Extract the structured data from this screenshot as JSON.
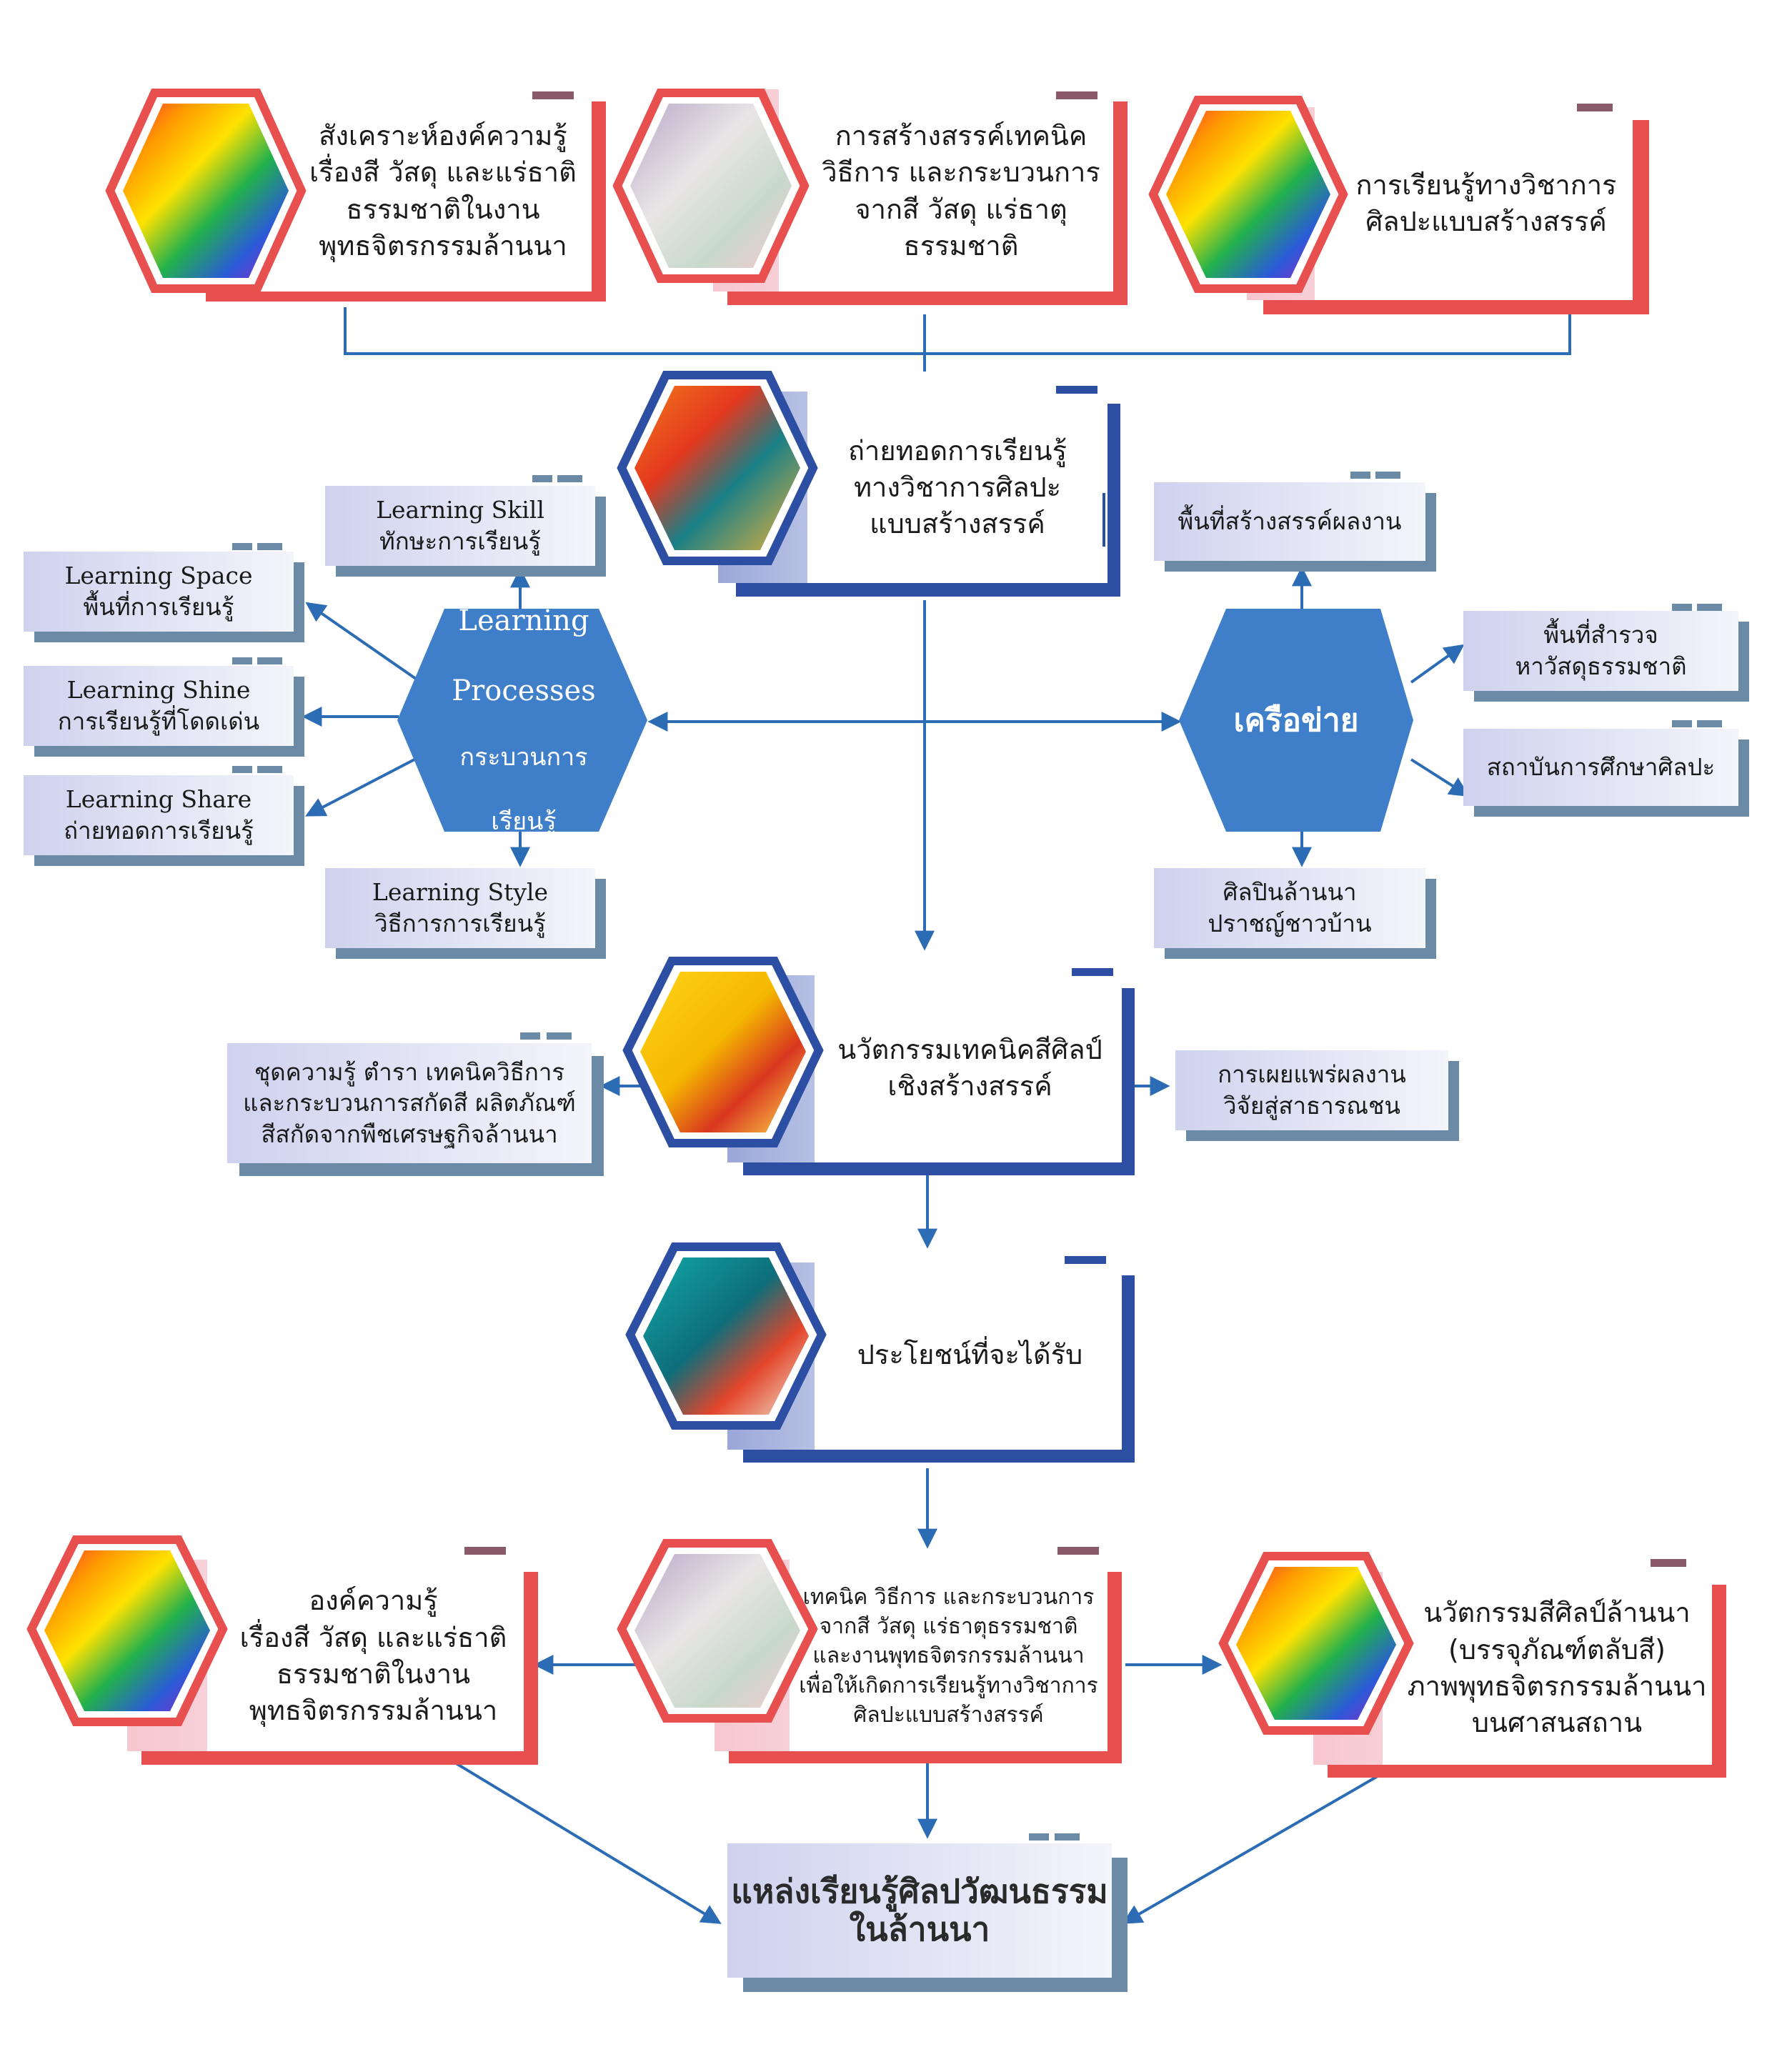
{
  "colors": {
    "red": "#e84f4f",
    "blue": "#2d4fa3",
    "hex_blue": "#3f7ec8",
    "line": "#2b6cb5",
    "shadow": "#6a8aa5"
  },
  "top_cards": [
    {
      "id": "tc1",
      "text": "สังเคราะห์องค์ความรู้\nเรื่องสี วัสดุ และแร่ธาติ\nธรรมชาติในงาน\nพุทธจิตรกรรมล้านนา",
      "icon": "rainbow-glitter-image"
    },
    {
      "id": "tc2",
      "text": "การสร้างสรรค์เทคนิค\nวิธีการ และกระบวนการ\nจากสี วัสดุ แร่ธาตุ\nธรรมชาติ",
      "icon": "lavender-stones-image"
    },
    {
      "id": "tc3",
      "text": "การเรียนรู้ทางวิชาการ\nศิลปะแบบสร้างสรรค์",
      "icon": "rainbow-glitter-image"
    }
  ],
  "blue_cards": [
    {
      "id": "bc1",
      "text": "ถ่ายทอดการเรียนรู้\nทางวิชาการศิลปะ\nแบบสร้างสรรค์",
      "icon": "abstract-paint-image"
    },
    {
      "id": "bc2",
      "text": "นวัตกรรมเทคนิคสีศิลป์\nเชิงสร้างสรรค์",
      "icon": "yellow-paint-image"
    },
    {
      "id": "bc3",
      "text": "ประโยชน์ที่จะได้รับ",
      "icon": "teal-paint-image"
    }
  ],
  "learning_hex": {
    "line1": "Learning",
    "line2": "Processes",
    "line3": "กระบวนการ",
    "line4": "เรียนรู้"
  },
  "network_hex": {
    "label": "เครือข่าย"
  },
  "learning_items": [
    {
      "id": "li1",
      "line1": "Learning Skill",
      "line2": "ทักษะการเรียนรู้"
    },
    {
      "id": "li2",
      "line1": "Learning Space",
      "line2": "พื้นที่การเรียนรู้"
    },
    {
      "id": "li3",
      "line1": "Learning Shine",
      "line2": "การเรียนรู้ที่โดดเด่น"
    },
    {
      "id": "li4",
      "line1": "Learning Share",
      "line2": "ถ่ายทอดการเรียนรู้"
    },
    {
      "id": "li5",
      "line1": "Learning Style",
      "line2": "วิธีการการเรียนรู้"
    }
  ],
  "network_items": [
    {
      "id": "ni1",
      "text": "พื้นที่สร้างสรรค์ผลงาน"
    },
    {
      "id": "ni2",
      "text": "พื้นที่สำรวจ\nหาวัสดุธรรมชาติ"
    },
    {
      "id": "ni3",
      "text": "สถาบันการศึกษาศิลปะ"
    },
    {
      "id": "ni4",
      "text": "ศิลปินล้านนา\nปราชญ์ชาวบ้าน"
    }
  ],
  "side_items": [
    {
      "id": "si1",
      "text": "ชุดความรู้ ตำรา เทคนิควิธีการ\nและกระบวนการสกัดสี ผลิตภัณฑ์\nสีสกัดจากพืชเศรษฐกิจล้านนา"
    },
    {
      "id": "si2",
      "text": "การเผยแพร่ผลงาน\nวิจัยสู่สาธารณชน"
    }
  ],
  "bottom_cards": [
    {
      "id": "btc1",
      "text": "องค์ความรู้\nเรื่องสี วัสดุ และแร่ธาติ\nธรรมชาติในงาน\nพุทธจิตรกรรมล้านนา",
      "icon": "rainbow-glitter-image"
    },
    {
      "id": "btc2",
      "text": "เทคนิค วิธีการ และกระบวนการ\nจากสี วัสดุ แร่ธาตุธรรมชาติ\nและงานพุทธจิตรกรรมล้านนา\nเพื่อให้เกิดการเรียนรู้ทางวิชาการ\nศิลปะแบบสร้างสรรค์",
      "icon": "lavender-stones-image"
    },
    {
      "id": "btc3",
      "text": "นวัตกรรมสีศิลป์ล้านนา\n(บรรจุภัณฑ์ตลับสี)\nภาพพุทธจิตรกรรมล้านนา\nบนศาสนสถาน",
      "icon": "rainbow-glitter-image"
    }
  ],
  "final": {
    "text": "แหล่งเรียนรู้ศิลปวัฒนธรรม\nในล้านนา"
  }
}
